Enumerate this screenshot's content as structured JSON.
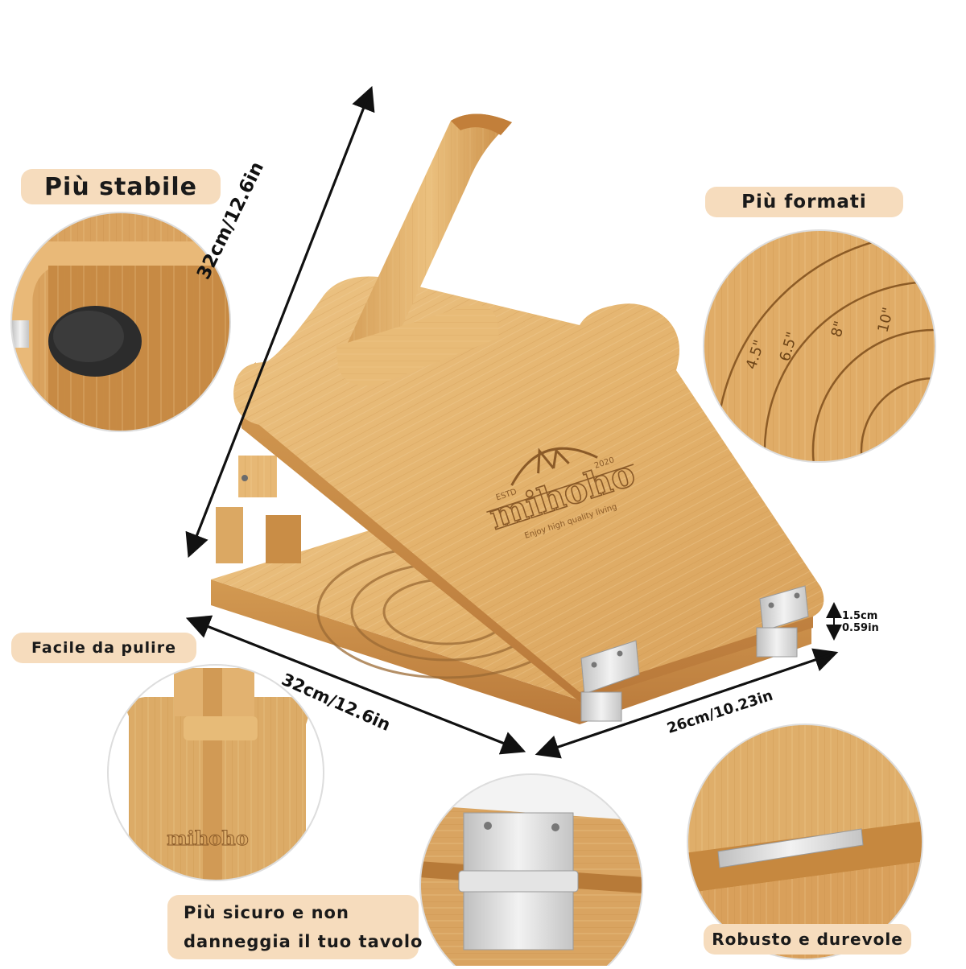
{
  "labels": {
    "stabile": "Più stabile",
    "formati": "Più formati",
    "pulire": "Facile da pulire",
    "sicuro_line1": "Più sicuro e non",
    "sicuro_line2": "danneggia il tuo tavolo",
    "robusto": "Robusto e durevole"
  },
  "dimensions": {
    "height": "32cm/12.6in",
    "width": "32cm/12.6in",
    "depth": "26cm/10.23in",
    "thickness_cm": "1.5cm",
    "thickness_in": "0.59in"
  },
  "sizes": {
    "s1": "4.5\"",
    "s2": "6.5\"",
    "s3": "8\"",
    "s4": "10\""
  },
  "brand": {
    "name": "mihoho",
    "estd": "ESTD",
    "year": "2020",
    "tagline": "Enjoy high quality living"
  },
  "colors": {
    "label_bg": "#f6dcbd",
    "wood_light": "#e6b872",
    "wood_mid": "#d6a05a",
    "wood_dark": "#b97a36",
    "metal": "#d8d8d8"
  }
}
